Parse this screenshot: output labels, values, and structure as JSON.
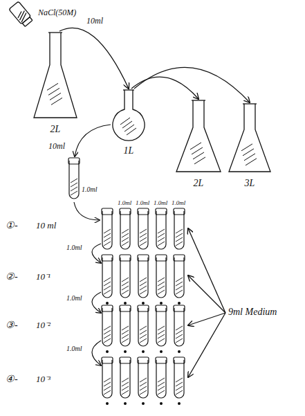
{
  "diagram": {
    "nodes": [
      {
        "text": [
          "2L"
        ]
      },
      {
        "text": [
          "1L"
        ]
      },
      {
        "text": [
          "2L"
        ]
      },
      {
        "text": [
          "3L"
        ]
      }
    ],
    "edges": [
      {
        "from": 0,
        "to": 1,
        "label": "10ml",
        "arrow": "to"
      },
      {
        "from": 1,
        "to": 2,
        "arrow": "to"
      },
      {
        "from": 1,
        "to": 3,
        "arrow": "to"
      }
    ],
    "labels": [
      "NaCl(50M)",
      "10ml",
      "1.0ml",
      "1.0ml",
      "1.0ml",
      "1.0ml",
      "1.0ml",
      "①-",
      "10 ml",
      "1.0ml",
      "②-",
      "10⁻¹",
      "1.0ml",
      "③-",
      "10⁻²",
      "1.0ml",
      "④-",
      "10⁻³",
      "9ml Medium"
    ]
  }
}
